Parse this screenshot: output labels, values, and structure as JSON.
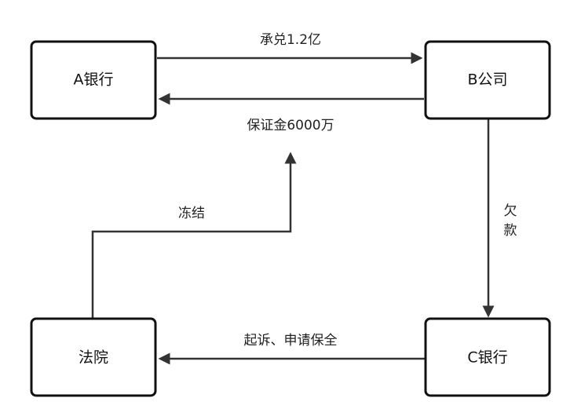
{
  "nodes": {
    "a_bank": "A银行",
    "b_company": "B公司",
    "c_bank": "C银行",
    "court": "法院"
  },
  "edges": {
    "acceptance": "承兑1.2亿",
    "deposit": "保证金6000万",
    "debt_line1": "欠",
    "debt_line2": "款",
    "freeze": "冻结",
    "sue": "起诉、申请保全"
  }
}
